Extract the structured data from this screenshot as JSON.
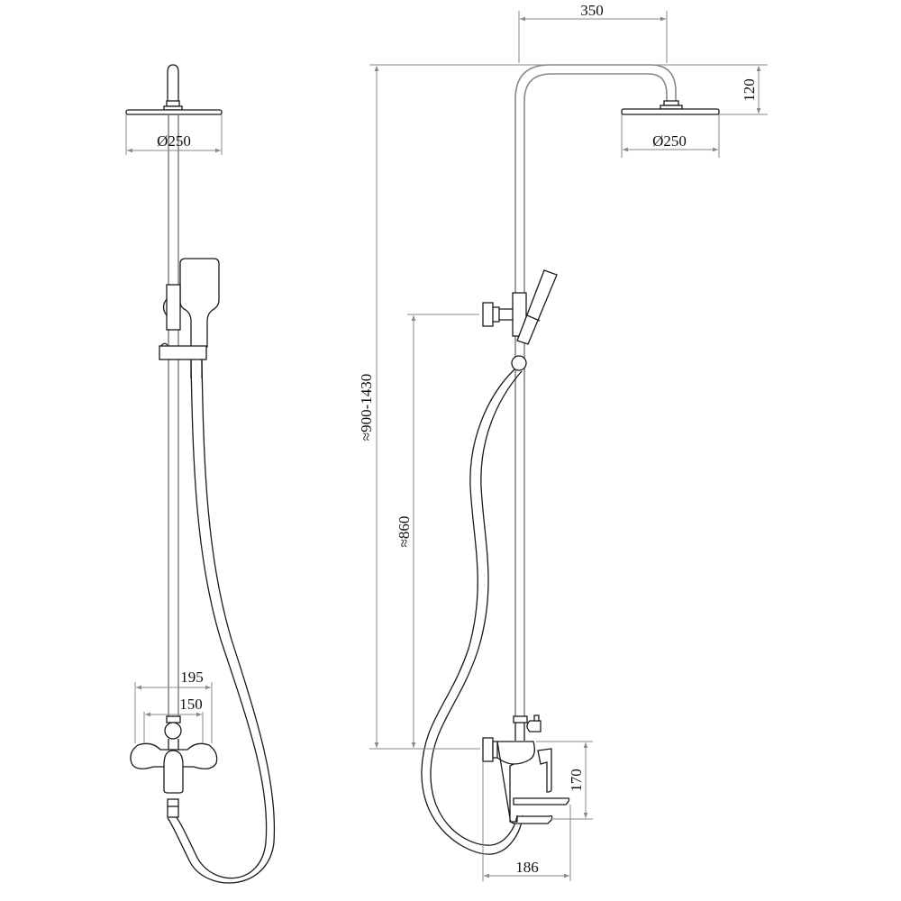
{
  "drawing": {
    "title": "Shower column technical drawing",
    "views": [
      "front-view",
      "side-view"
    ]
  },
  "front_view": {
    "dimensions": {
      "head_diameter": "Ø250",
      "mixer_width": "195",
      "mixer_inlet_spacing": "150"
    }
  },
  "side_view": {
    "dimensions": {
      "arm_reach": "350",
      "head_drop": "120",
      "head_diameter": "Ø250",
      "total_height": "≈900-1430",
      "holder_height": "≈860",
      "mixer_height": "170",
      "mixer_depth": "186"
    }
  },
  "colors": {
    "line": "#1a1a1a",
    "pipe": "#888888",
    "dimension": "#8a8a8a",
    "background": "#ffffff"
  }
}
